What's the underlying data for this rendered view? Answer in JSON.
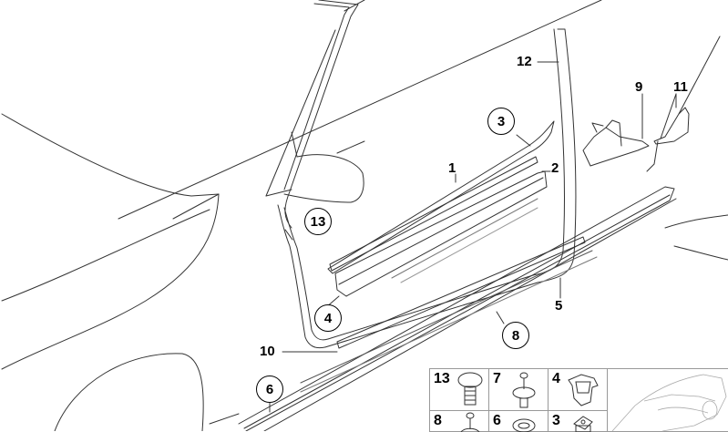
{
  "diagram": {
    "type": "parts-exploded-view",
    "subject": "Vehicle door sill trim / side skirt components",
    "line_color": "#333333",
    "callouts_plain": [
      {
        "id": "1",
        "label": "1"
      },
      {
        "id": "2",
        "label": "2"
      },
      {
        "id": "5",
        "label": "5"
      },
      {
        "id": "9",
        "label": "9"
      },
      {
        "id": "10",
        "label": "10"
      },
      {
        "id": "11",
        "label": "11"
      },
      {
        "id": "12",
        "label": "12"
      }
    ],
    "callouts_circled": [
      {
        "id": "3",
        "label": "3"
      },
      {
        "id": "4",
        "label": "4"
      },
      {
        "id": "6",
        "label": "6"
      },
      {
        "id": "8",
        "label": "8"
      },
      {
        "id": "13",
        "label": "13"
      }
    ],
    "fastener_table": {
      "cells": [
        {
          "label": "13",
          "part": "push-rivet-clip"
        },
        {
          "label": "7",
          "part": "expanding-rivet"
        },
        {
          "label": "4",
          "part": "clip-nut"
        },
        {
          "label": "8",
          "part": "expanding-rivet"
        },
        {
          "label": "6",
          "part": "grommet"
        },
        {
          "label": "3",
          "part": "square-clip"
        }
      ],
      "thumbnail": "vehicle-outline"
    }
  }
}
